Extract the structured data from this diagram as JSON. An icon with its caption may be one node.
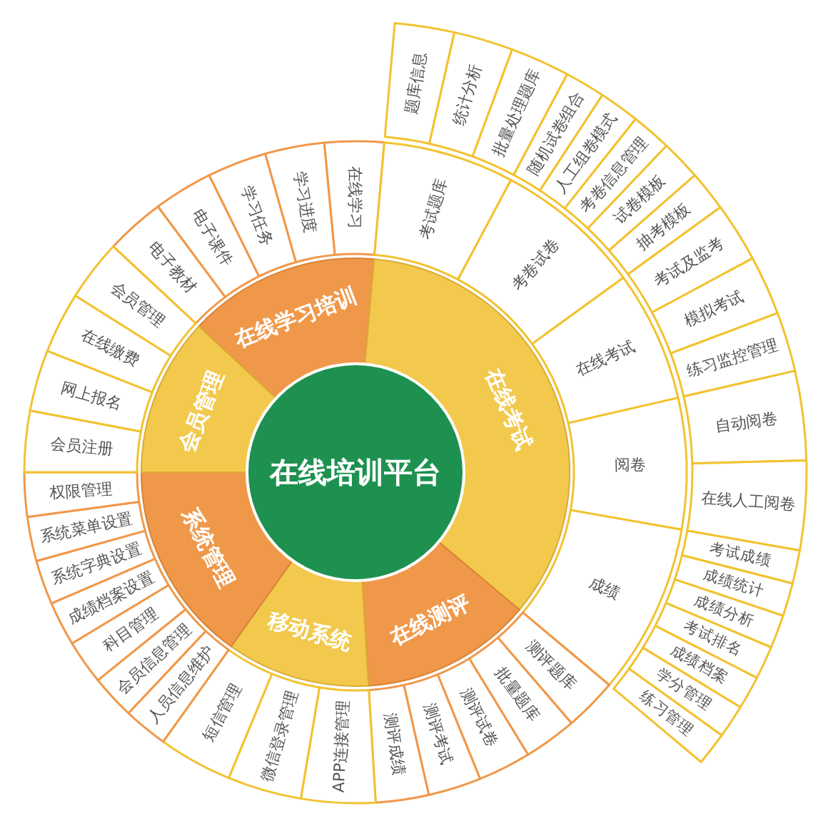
{
  "diagram": {
    "nodes": [
      {
        "text": [
          "在线培训平台"
        ]
      },
      {
        "text": [
          "在线学习培训"
        ]
      },
      {
        "text": [
          "在线考试"
        ]
      },
      {
        "text": [
          "在线测评"
        ]
      },
      {
        "text": [
          "移动系统"
        ]
      },
      {
        "text": [
          "系统管理"
        ]
      },
      {
        "text": [
          "会员管理"
        ]
      },
      {
        "text": [
          "电子教材"
        ]
      },
      {
        "text": [
          "电子课件"
        ]
      },
      {
        "text": [
          "学习任务"
        ]
      },
      {
        "text": [
          "学习进度"
        ]
      },
      {
        "text": [
          "在线学习"
        ]
      },
      {
        "text": [
          "考试题库"
        ]
      },
      {
        "text": [
          "考卷试卷"
        ]
      },
      {
        "text": [
          "在线考试"
        ]
      },
      {
        "text": [
          "阅卷"
        ]
      },
      {
        "text": [
          "成绩"
        ]
      },
      {
        "text": [
          "题库信息"
        ]
      },
      {
        "text": [
          "统计分析"
        ]
      },
      {
        "text": [
          "批量处理题库"
        ]
      },
      {
        "text": [
          "随机试卷组合"
        ]
      },
      {
        "text": [
          "人工组卷模式"
        ]
      },
      {
        "text": [
          "考卷信息管理"
        ]
      },
      {
        "text": [
          "试卷模板"
        ]
      },
      {
        "text": [
          "抽考模板"
        ]
      },
      {
        "text": [
          "考试及监考"
        ]
      },
      {
        "text": [
          "模拟考试"
        ]
      },
      {
        "text": [
          "练习监控管理"
        ]
      },
      {
        "text": [
          "自动阅卷"
        ]
      },
      {
        "text": [
          "在线人工阅卷"
        ]
      },
      {
        "text": [
          "考试成绩"
        ]
      },
      {
        "text": [
          "成绩统计"
        ]
      },
      {
        "text": [
          "成绩分析"
        ]
      },
      {
        "text": [
          "考试排名"
        ]
      },
      {
        "text": [
          "成绩档案"
        ]
      },
      {
        "text": [
          "学分管理"
        ]
      },
      {
        "text": [
          "练习管理"
        ]
      },
      {
        "text": [
          "测评题库"
        ]
      },
      {
        "text": [
          "批量题库"
        ]
      },
      {
        "text": [
          "测评试卷"
        ]
      },
      {
        "text": [
          "测评考试"
        ]
      },
      {
        "text": [
          "测评成绩"
        ]
      },
      {
        "text": [
          "APP连接管理"
        ]
      },
      {
        "text": [
          "微信登录管理"
        ]
      },
      {
        "text": [
          "短信管理"
        ]
      },
      {
        "text": [
          "人员信息维护"
        ]
      },
      {
        "text": [
          "会员信息管理"
        ]
      },
      {
        "text": [
          "科目管理"
        ]
      },
      {
        "text": [
          "成绩档案设置"
        ]
      },
      {
        "text": [
          "系统字典设置"
        ]
      },
      {
        "text": [
          "系统菜单设置"
        ]
      },
      {
        "text": [
          "权限管理"
        ]
      },
      {
        "text": [
          "会员注册"
        ]
      },
      {
        "text": [
          "网上报名"
        ]
      },
      {
        "text": [
          "在线缴费"
        ]
      },
      {
        "text": [
          "会员管理"
        ]
      }
    ]
  }
}
